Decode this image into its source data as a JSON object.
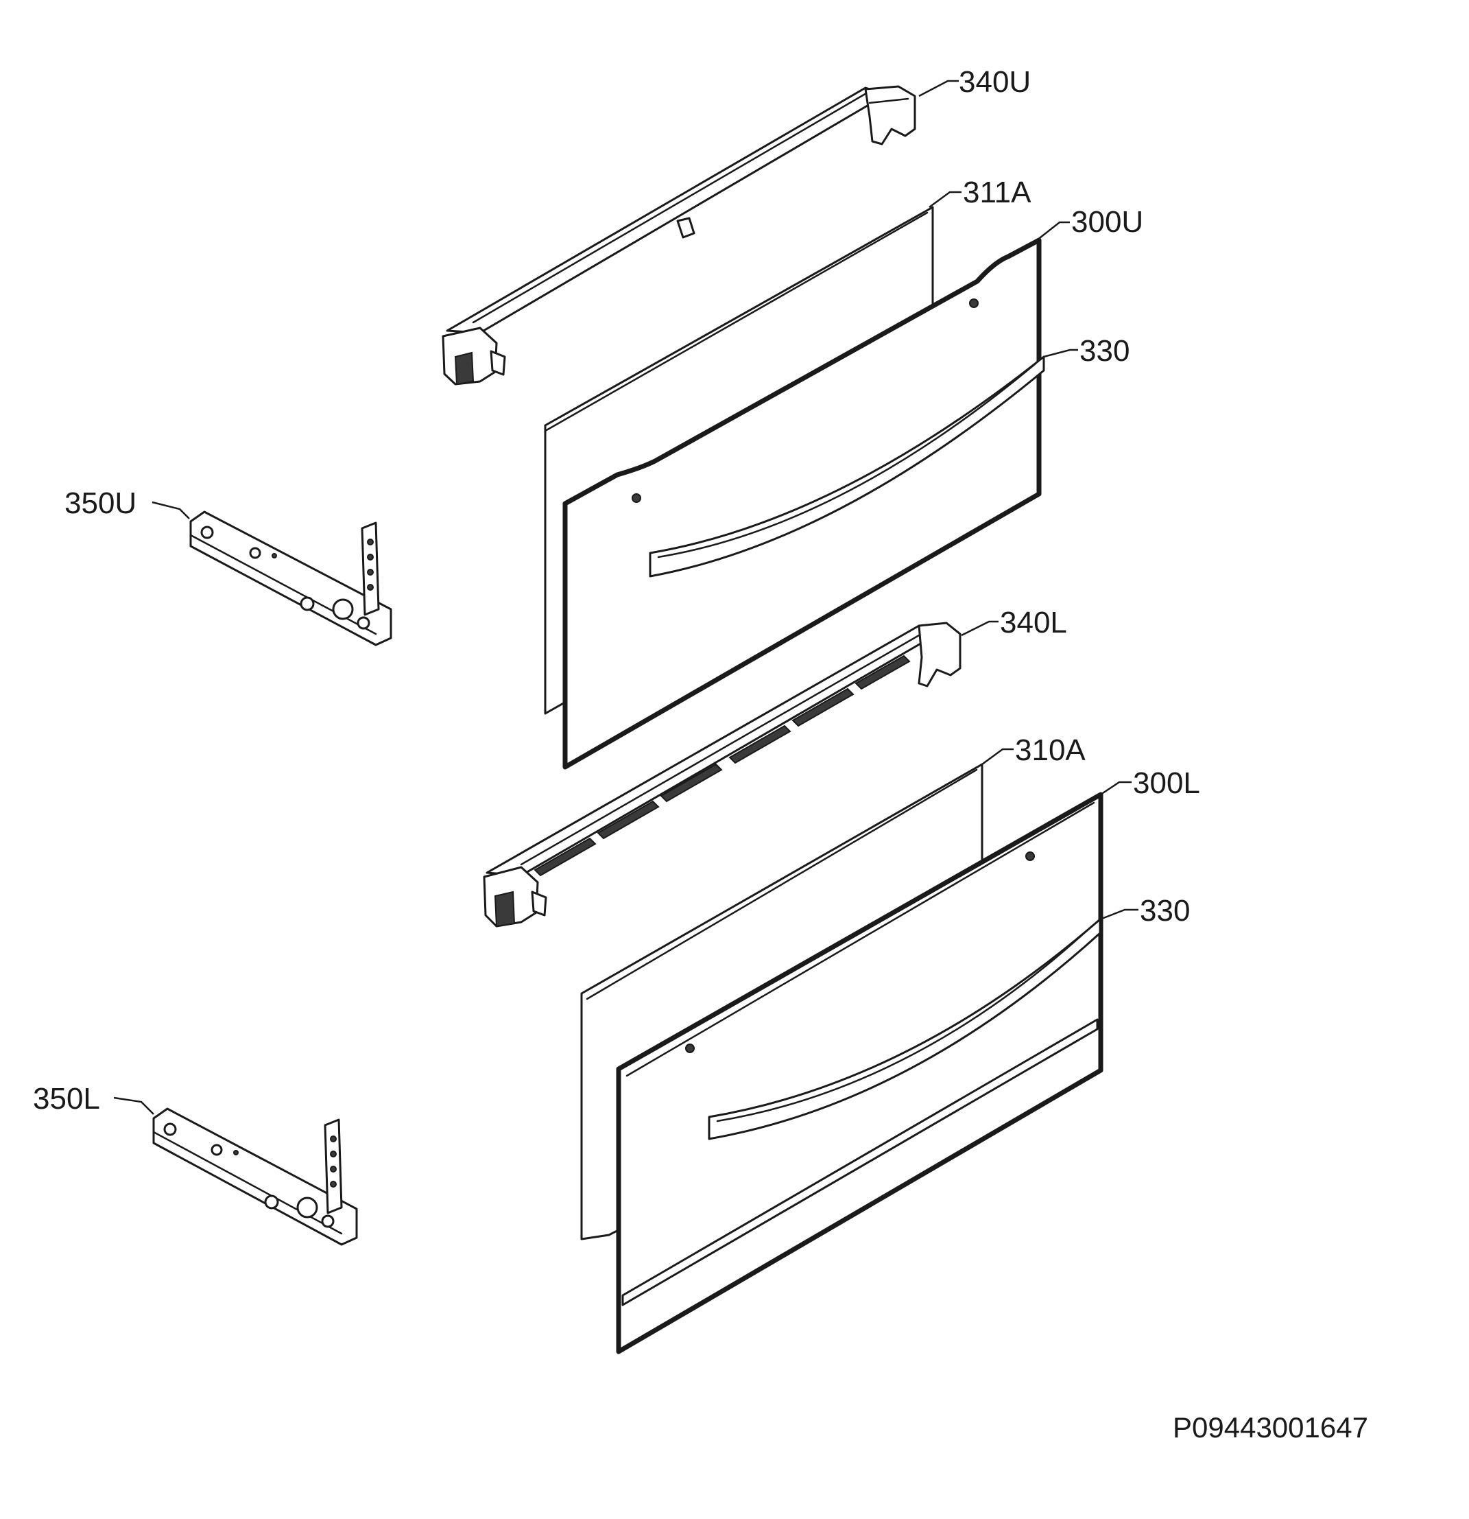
{
  "callouts": {
    "c340U": "340U",
    "c311A": "311A",
    "c300U": "300U",
    "c330_upper": "330",
    "c350U": "350U",
    "c340L": "340L",
    "c310A": "310A",
    "c300L": "300L",
    "c330_lower": "330",
    "c350L": "350L"
  },
  "document_id": "P09443001647"
}
